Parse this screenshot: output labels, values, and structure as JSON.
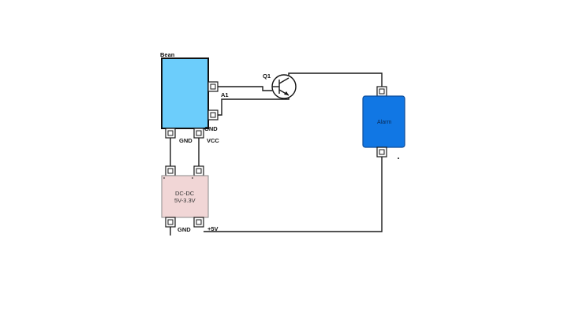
{
  "colors": {
    "bean_fill": "#6ccdfb",
    "dcdc_fill": "#f1d6d6",
    "alarm_fill": "#1177e4",
    "wire": "#1a1a1a"
  },
  "components": {
    "bean": {
      "title": "Bean",
      "pin_a1": "A1",
      "pin_gnd_right": "GND",
      "pin_gnd_bottom": "GND",
      "pin_vcc": "VCC"
    },
    "transistor": {
      "label": "Q1"
    },
    "alarm": {
      "label": "Alarm"
    },
    "dcdc": {
      "line1": "DC-DC",
      "line2": "5V-3.3V",
      "pin_gnd": "GND",
      "pin_5v": "+5V"
    }
  }
}
